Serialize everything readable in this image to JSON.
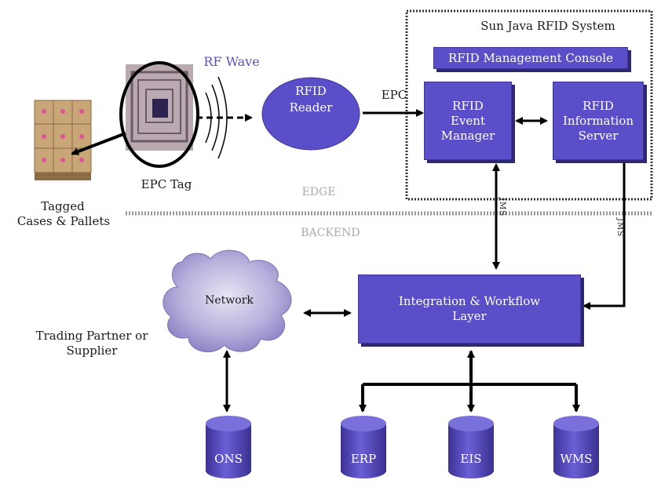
{
  "labels": {
    "rf_wave": "RF Wave",
    "rfid_reader": [
      "RFID",
      "Reader"
    ],
    "epc": "EPC",
    "epc_tag": "EPC Tag",
    "tagged": "Tagged",
    "cases_pallets": "Cases & Pallets",
    "edge": "EDGE",
    "backend": "BACKEND",
    "sun_system": "Sun Java RFID System",
    "mgmt_console": "RFID Management Console",
    "event_manager": [
      "RFID",
      "Event",
      "Manager"
    ],
    "info_server": [
      "RFID",
      "Information",
      "Server"
    ],
    "integration": [
      "Integration & Workflow",
      "Layer"
    ],
    "network": "Network",
    "trading_partner": [
      "Trading Partner or",
      "Supplier"
    ],
    "jms_left": "JMS",
    "jms_right": "JMS",
    "ons": "ONS",
    "erp": "ERP",
    "eis": "EIS",
    "wms": "WMS"
  },
  "colors": {
    "box": "#5b4fc9",
    "box_shadow": "#2e2772",
    "line": "#000000"
  }
}
